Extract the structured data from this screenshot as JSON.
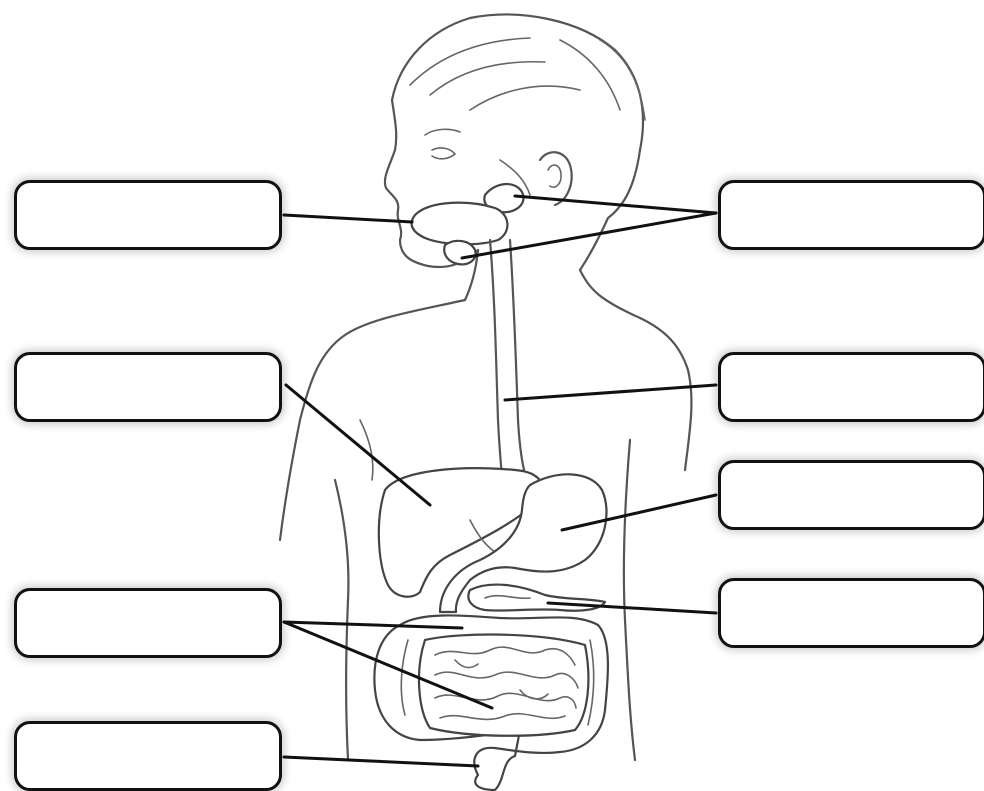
{
  "diagram": {
    "labels": [
      {
        "id": "left-1",
        "text": ""
      },
      {
        "id": "left-2",
        "text": ""
      },
      {
        "id": "left-3",
        "text": ""
      },
      {
        "id": "left-4",
        "text": ""
      },
      {
        "id": "right-1",
        "text": ""
      },
      {
        "id": "right-2",
        "text": ""
      },
      {
        "id": "right-3",
        "text": ""
      },
      {
        "id": "right-4",
        "text": ""
      }
    ]
  }
}
